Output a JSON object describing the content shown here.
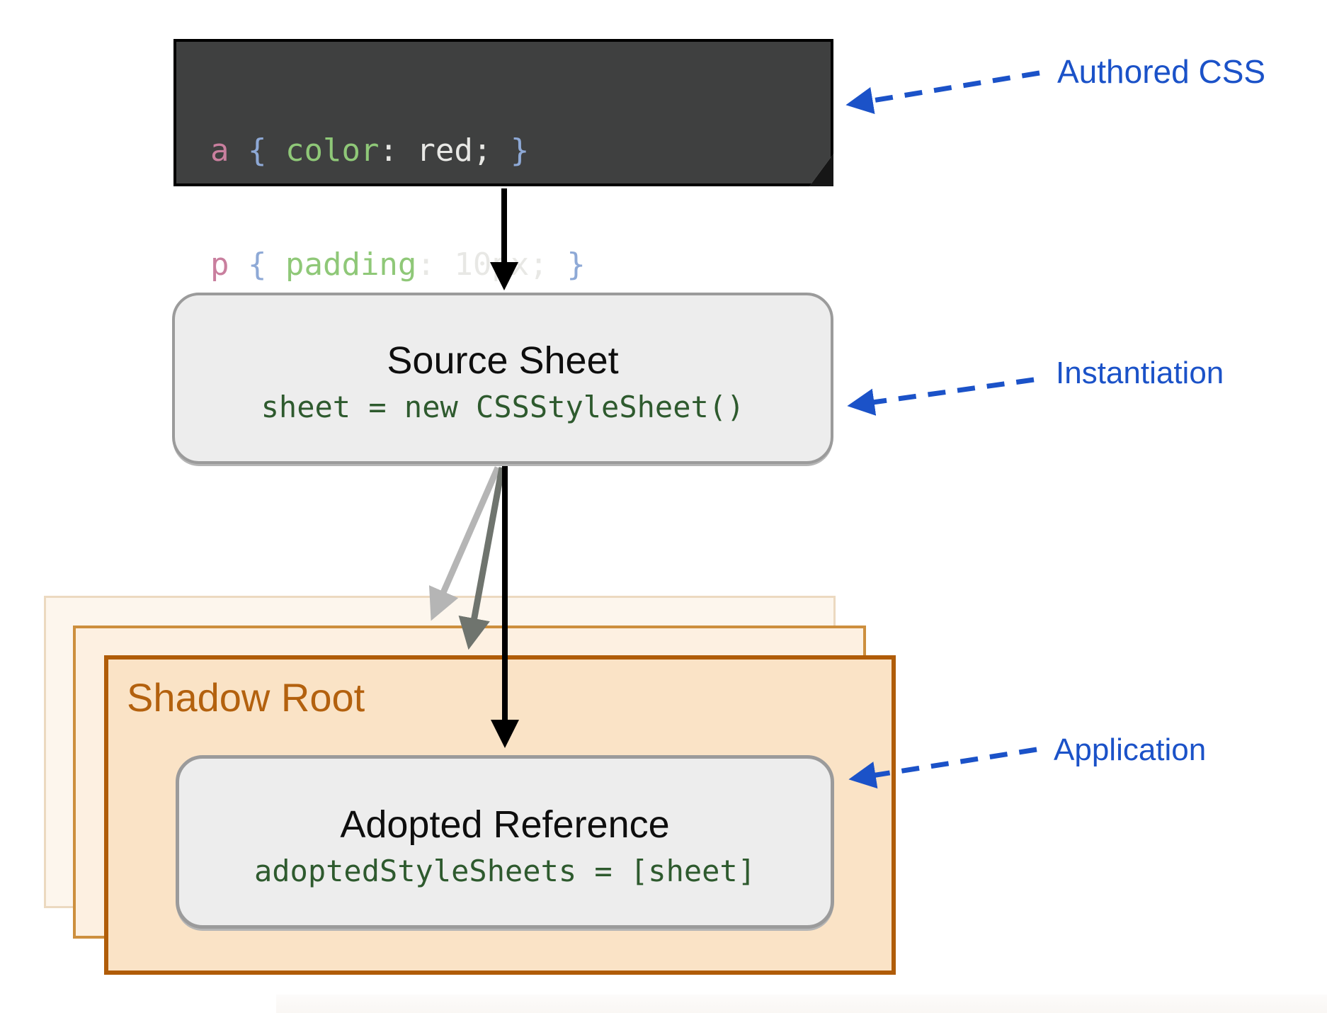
{
  "code_note": {
    "line1": {
      "selector": "a",
      "brace_open": " { ",
      "property": "color",
      "rest": ": red; ",
      "brace_close": "}"
    },
    "line2": {
      "selector": "p",
      "brace_open": " { ",
      "property": "padding",
      "rest": ": 10px; ",
      "brace_close": "}"
    }
  },
  "source_sheet": {
    "title": "Source Sheet",
    "code": "sheet = new CSSStyleSheet()"
  },
  "shadow_root": {
    "label": "Shadow Root"
  },
  "adopted_reference": {
    "title": "Adopted Reference",
    "code": "adoptedStyleSheets = [sheet]"
  },
  "annotations": {
    "authored": "Authored CSS",
    "instantiation": "Instantiation",
    "application": "Application"
  },
  "colors": {
    "annotation_blue": "#1b52c8",
    "shadow_root_orange": "#b05c08",
    "code_green": "#2e5a2e",
    "note_background": "#3f4040",
    "box_border_gray": "#9b9b9b",
    "selector_pink": "#c97f9e",
    "brace_blue": "#8ea9d6",
    "property_green": "#8fc878"
  }
}
